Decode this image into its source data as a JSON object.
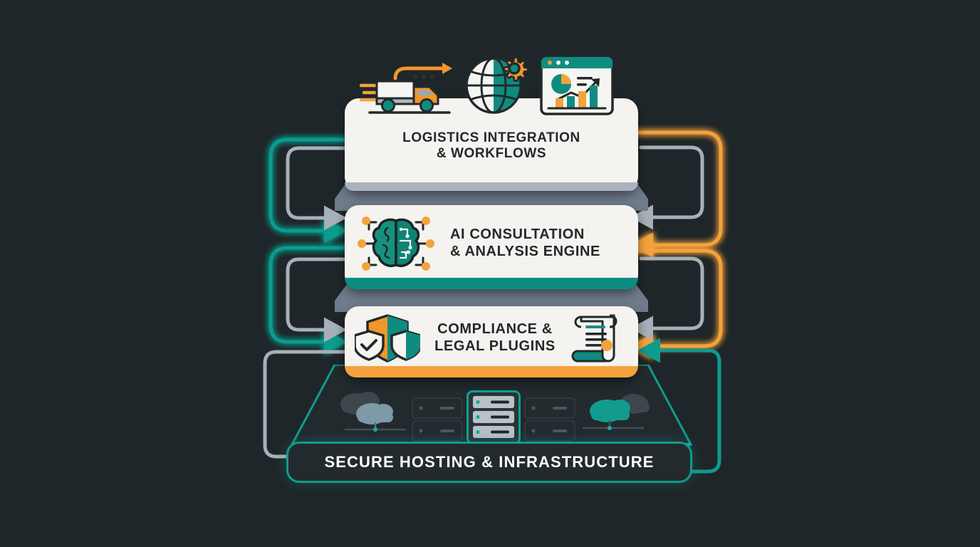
{
  "diagram": {
    "title": "Layered platform architecture stack",
    "background_color": "#1f2629",
    "palette": {
      "teal": "#0f9b8e",
      "teal_dark": "#0c7d72",
      "orange": "#f5a23c",
      "orange_deep": "#ef8f2b",
      "card": "#f4f3ef",
      "slab": "#6f7b8a",
      "gray_arrow": "#a7b0b8",
      "base": "#232a2e",
      "text_dark": "#23282b",
      "text_light": "#ffffff"
    }
  },
  "layers": [
    {
      "id": "logistics",
      "title": "LOGISTICS INTEGRATION\n& WORKFLOWS",
      "accent_color": "#aab3bd",
      "icons": [
        "delivery-truck-icon",
        "globe-gear-icon",
        "analytics-dashboard-icon"
      ]
    },
    {
      "id": "ai",
      "title": "AI CONSULTATION\n& ANALYSIS ENGINE",
      "accent_color": "#0b8d81",
      "icons": [
        "ai-brain-icon"
      ]
    },
    {
      "id": "compliance",
      "title": "COMPLIANCE &\nLEGAL PLUGINS",
      "accent_color": "#f5a23c",
      "icons": [
        "shield-group-icon",
        "legal-scroll-icon"
      ]
    }
  ],
  "base": {
    "id": "hosting",
    "title": "SECURE HOSTING & INFRASTRUCTURE",
    "outline_color": "#0f9b8e",
    "platform_icons": [
      "cloud-left-icon",
      "server-rack-left-icon",
      "server-rack-center-icon",
      "server-rack-right-icon",
      "cloud-right-icon"
    ]
  },
  "connectors": {
    "left": [
      {
        "name": "teal-feedback-loop-upper",
        "color": "#0f9b8e",
        "direction": "right",
        "glow": true
      },
      {
        "name": "gray-flow-upper",
        "color": "#a7b0b8",
        "direction": "right",
        "glow": false
      },
      {
        "name": "teal-feedback-loop-lower",
        "color": "#0f9b8e",
        "direction": "right",
        "glow": true
      },
      {
        "name": "gray-flow-middle",
        "color": "#a7b0b8",
        "direction": "right",
        "glow": false
      },
      {
        "name": "gray-flow-lower",
        "color": "#a7b0b8",
        "direction": "right",
        "glow": false
      },
      {
        "name": "gray-base-loop",
        "color": "#a7b0b8",
        "direction": "right",
        "glow": false
      }
    ],
    "right": [
      {
        "name": "orange-return-loop-upper",
        "color": "#f5a23c",
        "direction": "left",
        "glow": true
      },
      {
        "name": "gray-return-upper",
        "color": "#a7b0b8",
        "direction": "left",
        "glow": false
      },
      {
        "name": "gray-return-middle",
        "color": "#a7b0b8",
        "direction": "left",
        "glow": false
      },
      {
        "name": "orange-return-loop-lower",
        "color": "#f5a23c",
        "direction": "left",
        "glow": true
      },
      {
        "name": "gray-return-lower",
        "color": "#a7b0b8",
        "direction": "left",
        "glow": false
      },
      {
        "name": "teal-base-return",
        "color": "#0f9b8e",
        "direction": "left",
        "glow": false
      }
    ]
  }
}
